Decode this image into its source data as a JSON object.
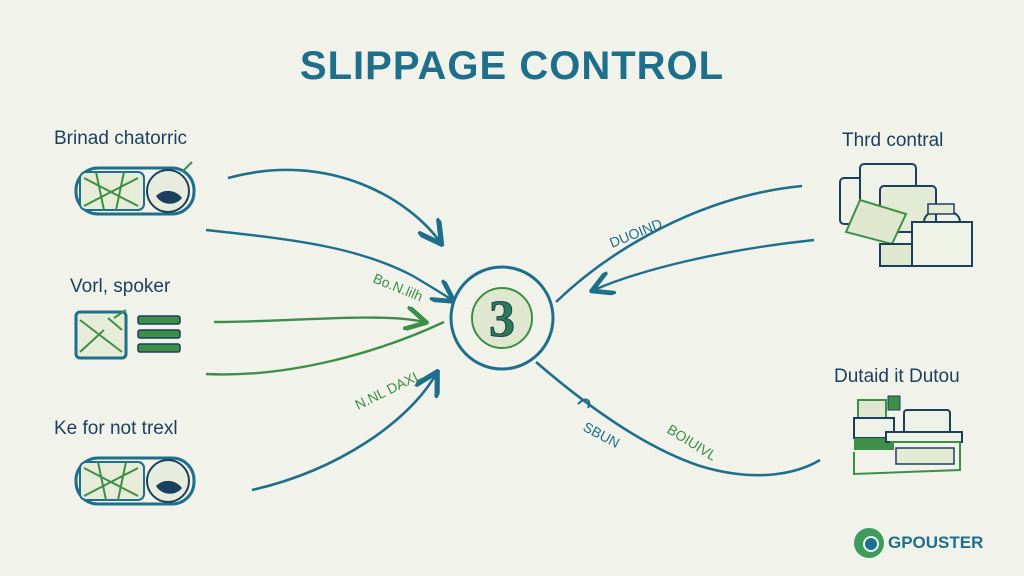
{
  "title": "SLIPPAGE CONTROL",
  "center_node": {
    "text": "3"
  },
  "left_items": [
    {
      "label": "Brinad chatorric"
    },
    {
      "label": "Vorl, spoker"
    },
    {
      "label": "Ke for not trexl"
    }
  ],
  "right_items": [
    {
      "label": "Thrd contral"
    },
    {
      "label": "Dutaid it Dutou"
    }
  ],
  "edge_labels": [
    "Bo.N.lilh",
    "N.NL DAXL",
    "DUOIND",
    "SBUN",
    "BOIUIVL"
  ],
  "brand": "GPOUSTER",
  "colors": {
    "blue": "#1e6f8c",
    "green": "#3d8f48",
    "navy": "#1d3f5e"
  },
  "icons": [
    "map-icon",
    "map-list-icon",
    "map-globe-icon",
    "document-stack-icon",
    "shopping-bag-icon",
    "desk-box-icon"
  ]
}
